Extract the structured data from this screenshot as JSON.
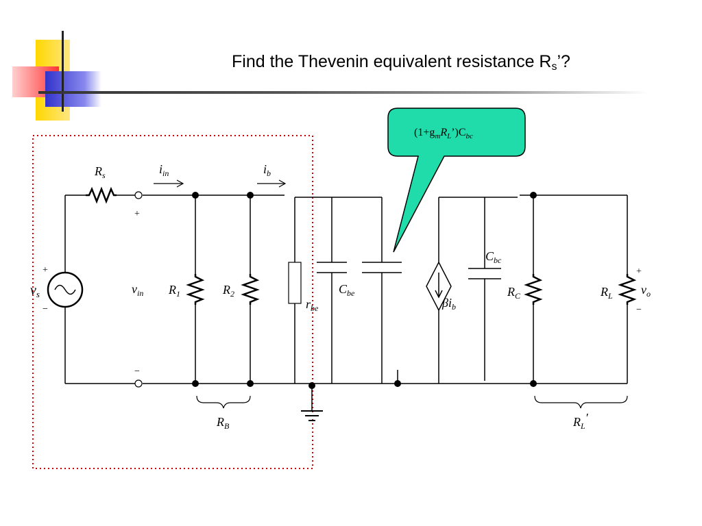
{
  "slide": {
    "title_main": "Find the Thevenin equivalent resistance R",
    "title_sub": "s",
    "title_suffix": "’?"
  },
  "callout": {
    "text": "(1+g",
    "sub_m": "m",
    "mid": "R",
    "sub_L": "L",
    "close": "’)C",
    "sub_bc": "bc"
  },
  "circuit": {
    "source": {
      "name": "v",
      "sub": "s",
      "plus": "+",
      "minus": "−"
    },
    "Rs": {
      "name": "R",
      "sub": "s"
    },
    "iin": {
      "name": "i",
      "sub": "in"
    },
    "ib": {
      "name": "i",
      "sub": "b"
    },
    "vin": {
      "name": "v",
      "sub": "in",
      "plus": "+",
      "minus": "−"
    },
    "R1": {
      "name": "R",
      "sub": "1"
    },
    "R2": {
      "name": "R",
      "sub": "2"
    },
    "RB": {
      "name": "R",
      "sub": "B"
    },
    "rbe": {
      "name": "r",
      "sub": "be"
    },
    "Cbe": {
      "name": "C",
      "sub": "be"
    },
    "dep": {
      "name": "βi",
      "sub": "b"
    },
    "Cbc": {
      "name": "C",
      "sub": "bc"
    },
    "RC": {
      "name": "R",
      "sub": "C"
    },
    "RL": {
      "name": "R",
      "sub": "L"
    },
    "RLp": {
      "name": "R",
      "sub": "L",
      "prime": "′"
    },
    "vo": {
      "name": "v",
      "sub": "o",
      "plus": "+",
      "minus": "−"
    }
  },
  "colors": {
    "callout_fill": "#1fdcaa",
    "dotted_box": "#cc0000",
    "deco_yellow": "#ffd700",
    "deco_blue": "#3333cc",
    "deco_red": "#ff3333"
  }
}
